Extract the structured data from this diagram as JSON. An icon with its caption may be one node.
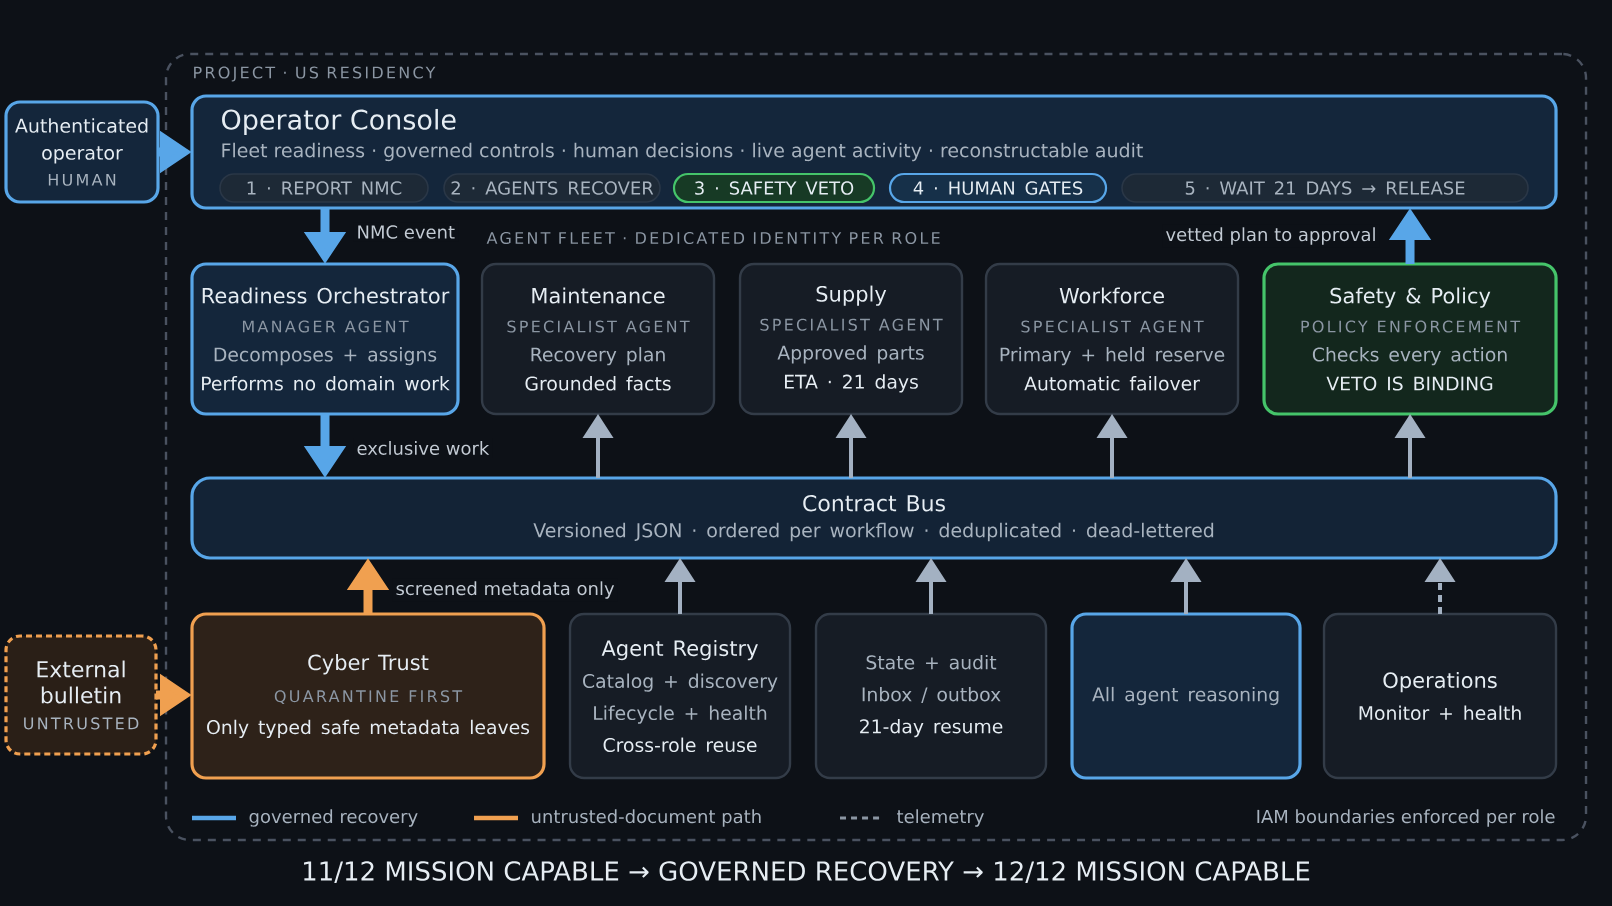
{
  "diagram": {
    "caption": "11/12 MISSION CAPABLE → GOVERNED RECOVERY → 12/12 MISSION CAPABLE",
    "nodes": [
      {
        "text": [
          "PROJECT · US RESIDENCY"
        ]
      },
      {
        "text": [
          "Authenticated operator",
          "HUMAN"
        ]
      },
      {
        "text": [
          "Operator Console",
          "Fleet readiness · governed controls · human decisions · live agent activity · reconstructable audit"
        ],
        "in": 0
      },
      {
        "text": [
          "1 · REPORT NMC"
        ],
        "in": 2
      },
      {
        "text": [
          "2 · AGENTS RECOVER"
        ],
        "in": 2
      },
      {
        "text": [
          "3 · SAFETY VETO"
        ],
        "in": 2
      },
      {
        "text": [
          "4 · HUMAN GATES"
        ],
        "in": 2
      },
      {
        "text": [
          "5 · WAIT 21 DAYS → RELEASE"
        ],
        "in": 2
      },
      {
        "text": [
          "Readiness Orchestrator",
          "MANAGER AGENT",
          "Decomposes + assigns",
          "Performs no domain work"
        ],
        "in": 0
      },
      {
        "text": [
          "Maintenance",
          "SPECIALIST AGENT",
          "Recovery plan",
          "Grounded facts"
        ],
        "in": 0
      },
      {
        "text": [
          "Supply",
          "SPECIALIST AGENT",
          "Approved parts",
          "ETA · 21 days"
        ],
        "in": 0
      },
      {
        "text": [
          "Workforce",
          "SPECIALIST AGENT",
          "Primary + held reserve",
          "Automatic failover"
        ],
        "in": 0
      },
      {
        "text": [
          "Safety & Policy",
          "POLICY ENFORCEMENT",
          "Checks every action",
          "VETO IS BINDING"
        ],
        "in": 0
      },
      {
        "text": [
          "Contract Bus",
          "Versioned JSON · ordered per workflow · deduplicated · dead-lettered"
        ],
        "in": 0
      },
      {
        "text": [
          "External bulletin",
          "UNTRUSTED"
        ]
      },
      {
        "text": [
          "Cyber Trust",
          "QUARANTINE FIRST",
          "Only typed safe metadata leaves"
        ],
        "in": 0
      },
      {
        "text": [
          "Agent Registry",
          "Catalog + discovery",
          "Lifecycle + health",
          "Cross-role reuse"
        ],
        "in": 0
      },
      {
        "text": [
          "State + audit",
          "Inbox / outbox",
          "21-day resume"
        ],
        "in": 0
      },
      {
        "text": [
          "All agent reasoning"
        ],
        "in": 0
      },
      {
        "text": [
          "Operations",
          "Monitor + health"
        ],
        "in": 0
      }
    ],
    "edges": [
      {
        "from": 1,
        "to": 2,
        "arrow": "to",
        "style": "thick",
        "color": "#58a6e8"
      },
      {
        "from": 2,
        "to": 8,
        "arrow": "to",
        "label": "NMC event",
        "style": "thick",
        "color": "#58a6e8"
      },
      {
        "from": 12,
        "to": 2,
        "arrow": "to",
        "label": "vetted plan to approval",
        "style": "thick",
        "color": "#58a6e8"
      },
      {
        "from": 8,
        "to": 13,
        "arrow": "to",
        "label": "exclusive work",
        "style": "thick",
        "color": "#58a6e8"
      },
      {
        "from": 13,
        "to": 9,
        "arrow": "to"
      },
      {
        "from": 13,
        "to": 10,
        "arrow": "to"
      },
      {
        "from": 13,
        "to": 11,
        "arrow": "to"
      },
      {
        "from": 13,
        "to": 12,
        "arrow": "to"
      },
      {
        "from": 14,
        "to": 15,
        "arrow": "to",
        "style": "thick",
        "color": "#f0a050"
      },
      {
        "from": 15,
        "to": 13,
        "arrow": "to",
        "label": "screened metadata only",
        "style": "thick",
        "color": "#f0a050"
      },
      {
        "from": 16,
        "to": 13,
        "arrow": "to"
      },
      {
        "from": 17,
        "to": 13,
        "arrow": "to"
      },
      {
        "from": 18,
        "to": 13,
        "arrow": "to"
      },
      {
        "from": 19,
        "to": 13,
        "arrow": "to",
        "style": "dashed"
      }
    ],
    "labels": [
      "AGENT FLEET · DEDICATED IDENTITY PER ROLE",
      "IAM boundaries enforced per role"
    ],
    "legend": [
      {
        "text": "governed recovery"
      },
      {
        "text": "untrusted-document path"
      },
      {
        "text": "telemetry"
      }
    ]
  }
}
